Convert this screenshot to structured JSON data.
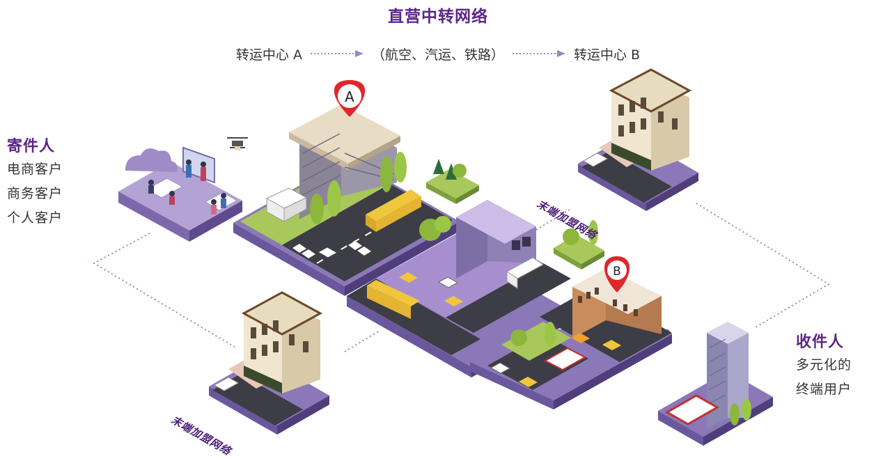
{
  "title": "直营中转网络",
  "route": {
    "origin": "转运中心 A",
    "middle": "（航空、汽运、铁路）",
    "destination": "转运中心 B"
  },
  "sender": {
    "title": "寄件人",
    "items": [
      "电商客户",
      "商务客户",
      "个人客户"
    ]
  },
  "receiver": {
    "title": "收件人",
    "items": [
      "多元化的",
      "终端用户"
    ]
  },
  "network_labels": {
    "top_right": "末端加盟网络",
    "bottom_left": "末端加盟网络"
  },
  "pins": {
    "a": "A",
    "b": "B"
  },
  "colors": {
    "brand_purple": "#5b2585",
    "platform_purple": "#8b78b8",
    "road": "#3d3d45",
    "grass": "#a8c858",
    "dotted_line": "#9b85c8"
  }
}
